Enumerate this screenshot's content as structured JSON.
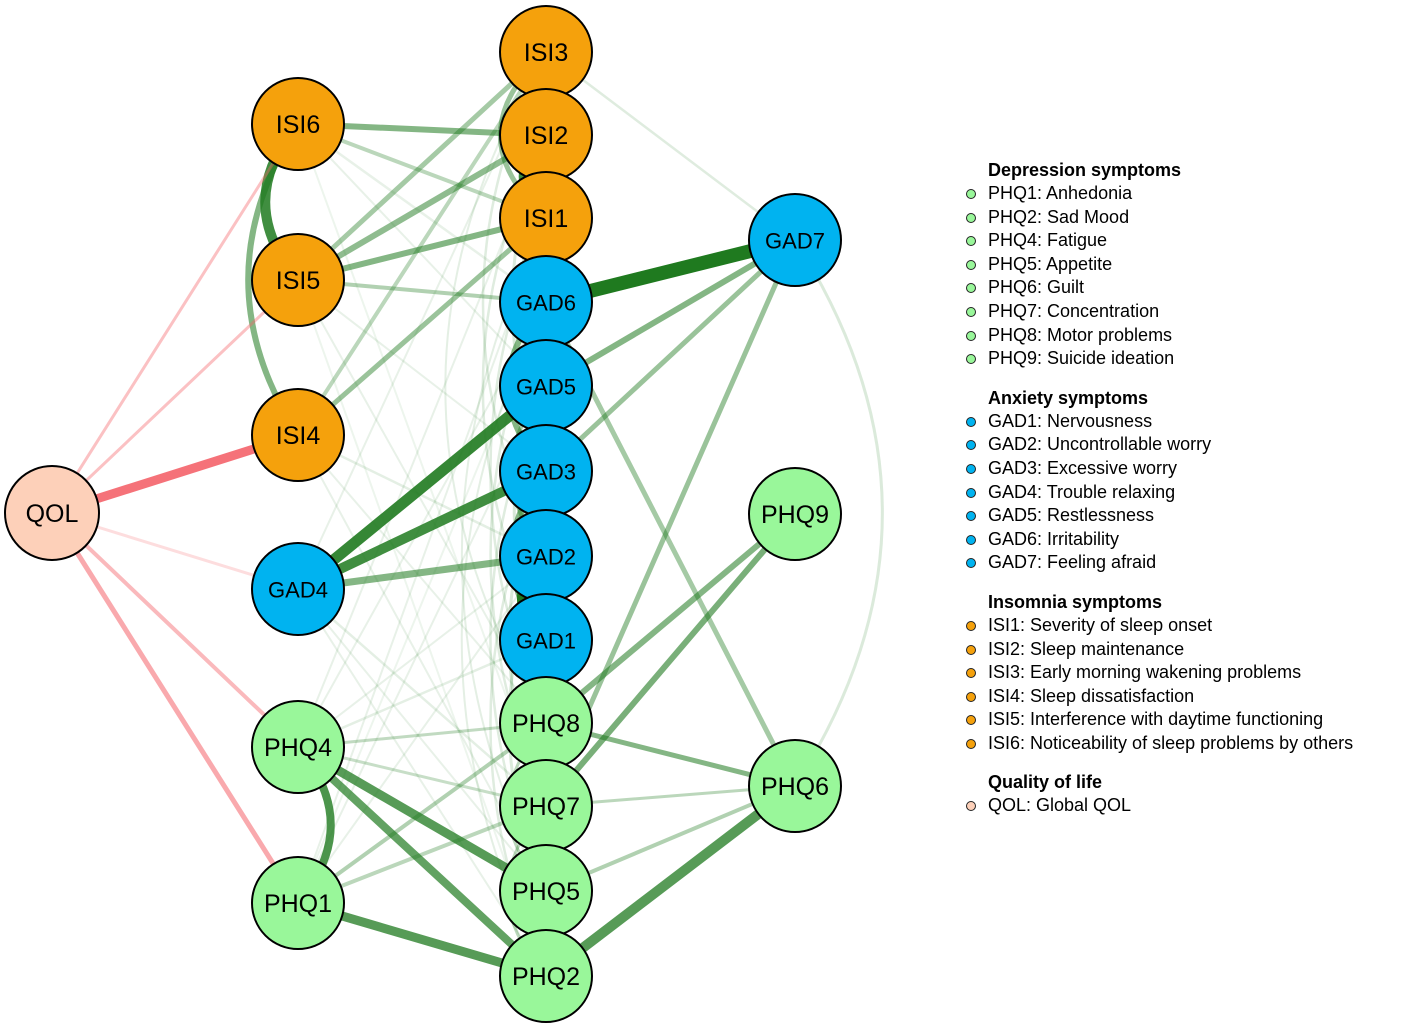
{
  "colors": {
    "depression": "#99f79a",
    "anxiety": "#00b3f0",
    "insomnia": "#f5a10c",
    "qol": "#fdd0b9",
    "positive_edge": "#1f7a1f",
    "negative_edge": "#f4636a"
  },
  "nodes": [
    {
      "id": "QOL",
      "label": "QOL",
      "group": "qol"
    },
    {
      "id": "ISI6",
      "label": "ISI6",
      "group": "insomnia"
    },
    {
      "id": "ISI5",
      "label": "ISI5",
      "group": "insomnia"
    },
    {
      "id": "ISI4",
      "label": "ISI4",
      "group": "insomnia"
    },
    {
      "id": "GAD4",
      "label": "GAD4",
      "group": "anxiety"
    },
    {
      "id": "PHQ4",
      "label": "PHQ4",
      "group": "depression"
    },
    {
      "id": "PHQ1",
      "label": "PHQ1",
      "group": "depression"
    },
    {
      "id": "ISI3",
      "label": "ISI3",
      "group": "insomnia"
    },
    {
      "id": "ISI2",
      "label": "ISI2",
      "group": "insomnia"
    },
    {
      "id": "ISI1",
      "label": "ISI1",
      "group": "insomnia"
    },
    {
      "id": "GAD6",
      "label": "GAD6",
      "group": "anxiety"
    },
    {
      "id": "GAD5",
      "label": "GAD5",
      "group": "anxiety"
    },
    {
      "id": "GAD3",
      "label": "GAD3",
      "group": "anxiety"
    },
    {
      "id": "GAD2",
      "label": "GAD2",
      "group": "anxiety"
    },
    {
      "id": "GAD1",
      "label": "GAD1",
      "group": "anxiety"
    },
    {
      "id": "PHQ8",
      "label": "PHQ8",
      "group": "depression"
    },
    {
      "id": "PHQ7",
      "label": "PHQ7",
      "group": "depression"
    },
    {
      "id": "PHQ5",
      "label": "PHQ5",
      "group": "depression"
    },
    {
      "id": "PHQ2",
      "label": "PHQ2",
      "group": "depression"
    },
    {
      "id": "GAD7",
      "label": "GAD7",
      "group": "anxiety"
    },
    {
      "id": "PHQ9",
      "label": "PHQ9",
      "group": "depression"
    },
    {
      "id": "PHQ6",
      "label": "PHQ6",
      "group": "depression"
    }
  ],
  "legend": {
    "groups": [
      {
        "title": "Depression symptoms",
        "group": "depression",
        "items": [
          "PHQ1: Anhedonia",
          "PHQ2: Sad Mood",
          "PHQ4: Fatigue",
          "PHQ5: Appetite",
          "PHQ6: Guilt",
          "PHQ7: Concentration",
          "PHQ8: Motor problems",
          "PHQ9: Suicide ideation"
        ]
      },
      {
        "title": "Anxiety symptoms",
        "group": "anxiety",
        "items": [
          "GAD1: Nervousness",
          "GAD2: Uncontrollable worry",
          "GAD3: Excessive worry",
          "GAD4: Trouble relaxing",
          "GAD5: Restlessness",
          "GAD6: Irritability",
          "GAD7: Feeling afraid"
        ]
      },
      {
        "title": "Insomnia symptoms",
        "group": "insomnia",
        "items": [
          "ISI1: Severity of sleep onset",
          "ISI2: Sleep maintenance",
          "ISI3: Early morning wakening problems",
          "ISI4: Sleep dissatisfaction",
          "ISI5: Interference with daytime functioning",
          "ISI6: Noticeability of sleep problems by others"
        ]
      },
      {
        "title": "Quality of life",
        "group": "qol",
        "items": [
          "QOL: Global QOL"
        ]
      }
    ]
  }
}
